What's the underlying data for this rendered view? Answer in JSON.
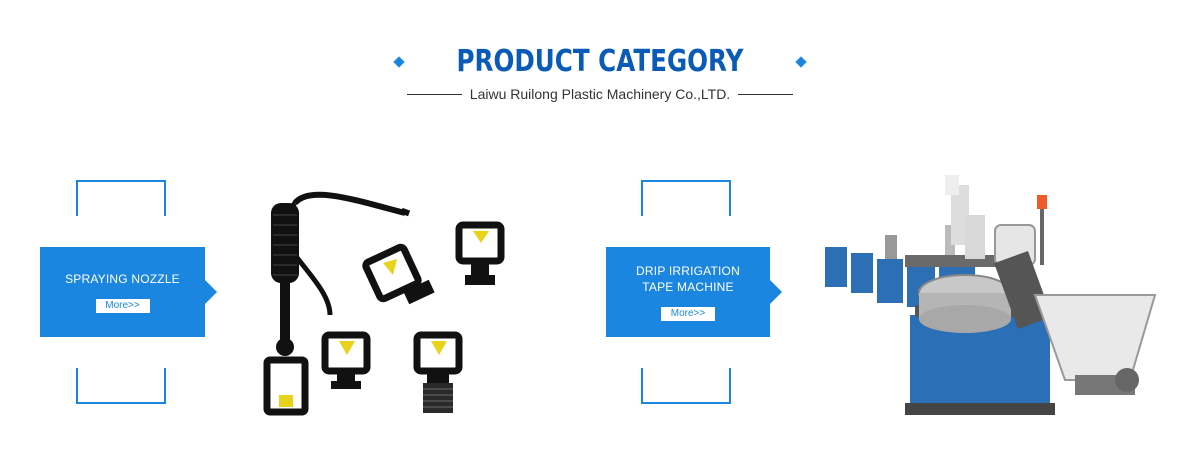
{
  "header": {
    "title": "PRODUCT CATEGORY",
    "subtitle": "Laiwu Ruilong Plastic Machinery Co.,LTD."
  },
  "categories": [
    {
      "label": "SPRAYING NOZZLE",
      "more_label": "More>>",
      "image_alt": "spraying nozzle products"
    },
    {
      "label": "DRIP IRRIGATION\nTAPE MACHINE",
      "more_label": "More>>",
      "image_alt": "drip irrigation tape machine"
    }
  ],
  "colors": {
    "accent": "#1a86e0",
    "title": "#0a5bb8"
  },
  "icons": [
    "diamond-icon",
    "arrow-right-icon"
  ]
}
